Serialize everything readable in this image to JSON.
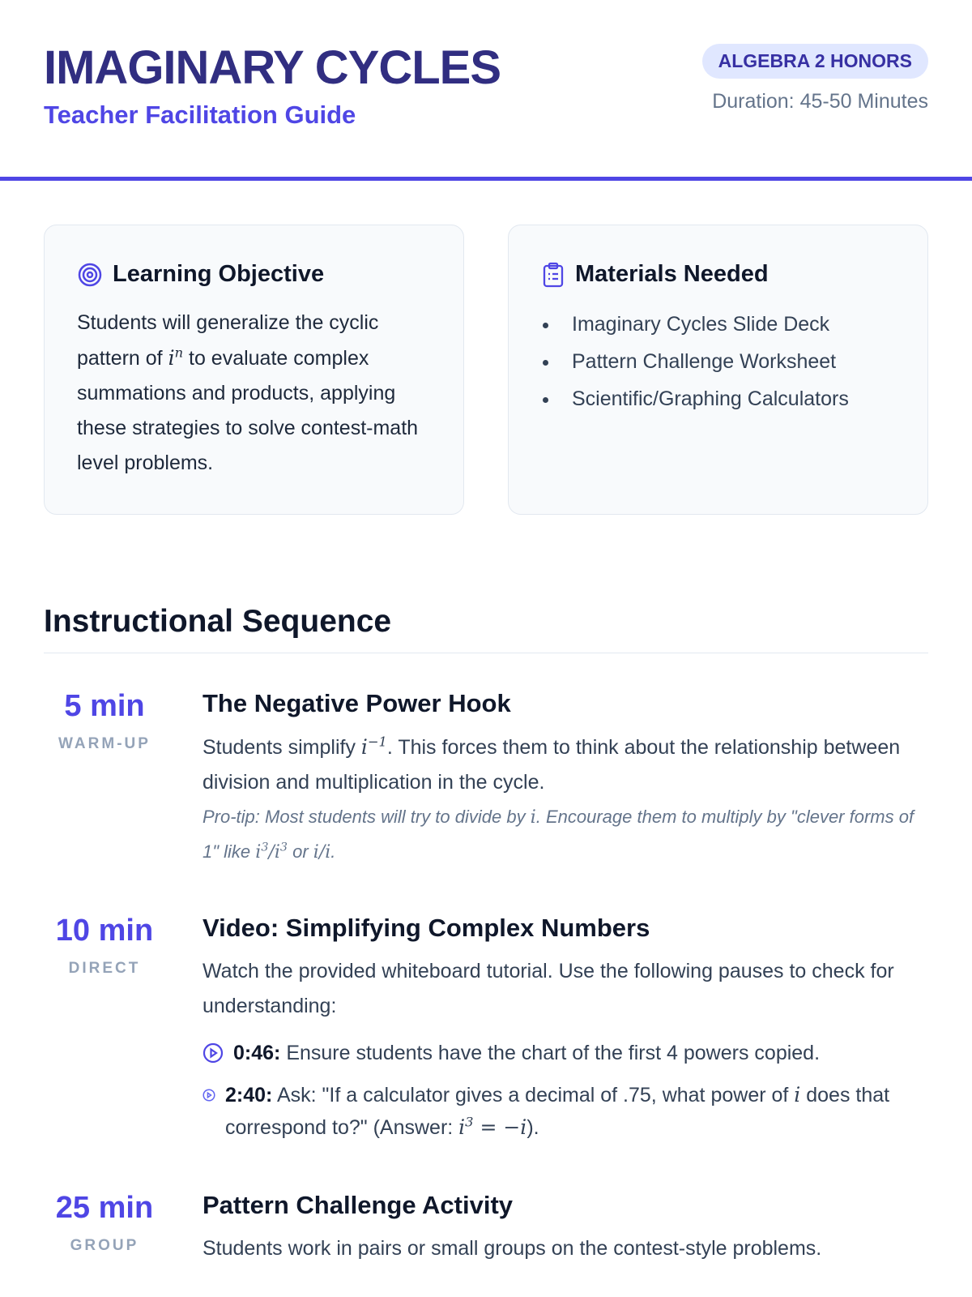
{
  "header": {
    "title": "IMAGINARY CYCLES",
    "subtitle": "Teacher Facilitation Guide",
    "badge": "ALGEBRA 2 HONORS",
    "duration": "Duration: 45-50 Minutes"
  },
  "colors": {
    "accent": "#4f46e5",
    "title": "#312e81",
    "badge_bg": "#e0e7ff"
  },
  "objective": {
    "icon": "target-icon",
    "title": "Learning Objective",
    "before": "Students will generalize the cyclic pattern of ",
    "math_base": "i",
    "math_sup": "n",
    "after": " to evaluate complex summations and products, applying these strategies to solve contest-math level problems."
  },
  "materials": {
    "icon": "clipboard-icon",
    "title": "Materials Needed",
    "items": [
      "Imaginary Cycles Slide Deck",
      "Pattern Challenge Worksheet",
      "Scientific/Graphing Calculators"
    ]
  },
  "sequence": {
    "title": "Instructional Sequence",
    "steps": [
      {
        "time": "5 min",
        "kind": "WARM-UP",
        "title": "The Negative Power Hook",
        "p1": "Students simplify ",
        "m1": "i",
        "s1": "−1",
        "p2": ". This forces them to think about the relationship between division and multiplication in the cycle.",
        "tip": {
          "a": "Pro-tip: Most students will try to divide by ",
          "m1": "i",
          "b": ". Encourage them to multiply by \"clever forms of 1\" like ",
          "m2": "i",
          "s2": "3",
          "m3": "/i",
          "s3": "3",
          "c": " or ",
          "m4": "i/i",
          "d": "."
        }
      },
      {
        "time": "10 min",
        "kind": "DIRECT",
        "title": "Video: Simplifying Complex Numbers",
        "text": "Watch the provided whiteboard tutorial. Use the following pauses to check for understanding:",
        "pauses": [
          {
            "ts": "0:46:",
            "text": " Ensure students have the chart of the first 4 powers copied."
          },
          {
            "ts": "2:40:",
            "text": " Ask: \"If a calculator gives a decimal of .75, what power of ",
            "m1": "i",
            "mid": " does that correspond to?\" (Answer: ",
            "m2": "i",
            "s2": "3",
            "m3": " = −i",
            "end": ")."
          }
        ]
      },
      {
        "time": "25 min",
        "kind": "GROUP",
        "title": "Pattern Challenge Activity",
        "text": "Students work in pairs or small groups on the contest-style problems."
      }
    ]
  }
}
